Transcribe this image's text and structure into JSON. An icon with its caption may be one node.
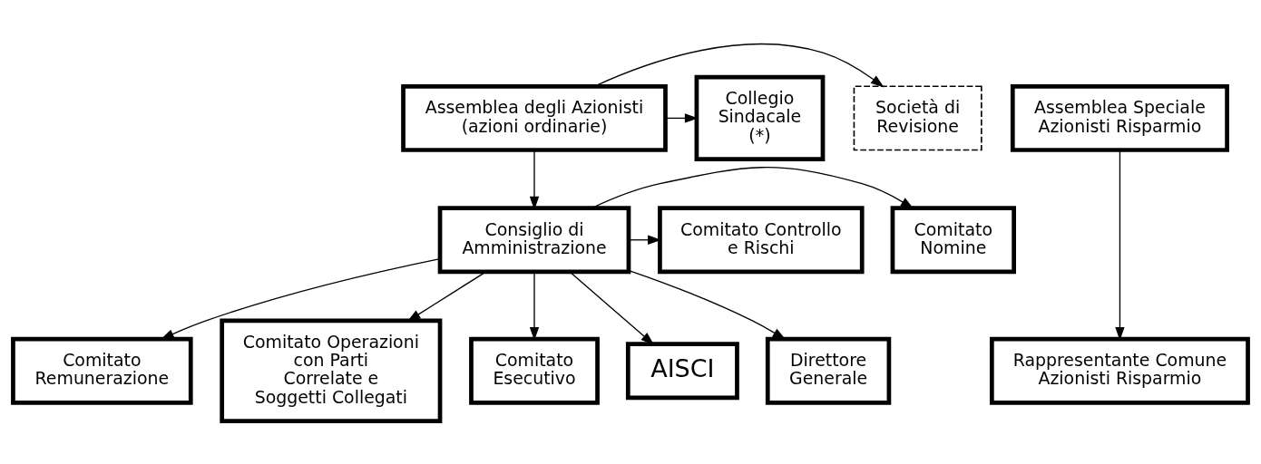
{
  "diagram": {
    "nodes": [
      {
        "text": [
          "Società di Revisione"
        ]
      },
      {
        "text": [
          "Assemblea degli Azionisti (azioni ordinarie)"
        ]
      },
      {
        "text": [
          "Collegio Sindacale (*)"
        ]
      },
      {
        "text": [
          "Assemblea Speciale Azionisti Risparmio"
        ]
      },
      {
        "text": [
          "Comitato Nomine"
        ]
      },
      {
        "text": [
          "Consiglio di Amministrazione"
        ]
      },
      {
        "text": [
          "Comitato Controllo e Rischi"
        ]
      },
      {
        "text": [
          "Comitato Remunerazione"
        ]
      },
      {
        "text": [
          "Rappresentante Comune Azionisti Risparmio"
        ]
      },
      {
        "text": [
          "Comitato Operazioni con Parti Correlate e Soggetti Collegati"
        ]
      },
      {
        "text": [
          "Comitato Esecutivo"
        ]
      },
      {
        "text": [
          "AISCI"
        ]
      },
      {
        "text": [
          "Direttore Generale"
        ]
      }
    ],
    "edges": [
      {
        "from": 1,
        "to": 0,
        "arrow": "to"
      },
      {
        "from": 1,
        "to": 2,
        "arrow": "to"
      },
      {
        "from": 1,
        "to": 5,
        "arrow": "to"
      },
      {
        "from": 3,
        "to": 8,
        "arrow": "to"
      },
      {
        "from": 5,
        "to": 4,
        "arrow": "to"
      },
      {
        "from": 5,
        "to": 6,
        "arrow": "to"
      },
      {
        "from": 5,
        "to": 7,
        "arrow": "to"
      },
      {
        "from": 5,
        "to": 10,
        "arrow": "to"
      },
      {
        "from": 5,
        "to": 11,
        "arrow": "to"
      },
      {
        "from": 5,
        "to": 12,
        "arrow": "to"
      },
      {
        "from": 5,
        "to": 9,
        "arrow": "to"
      }
    ]
  }
}
